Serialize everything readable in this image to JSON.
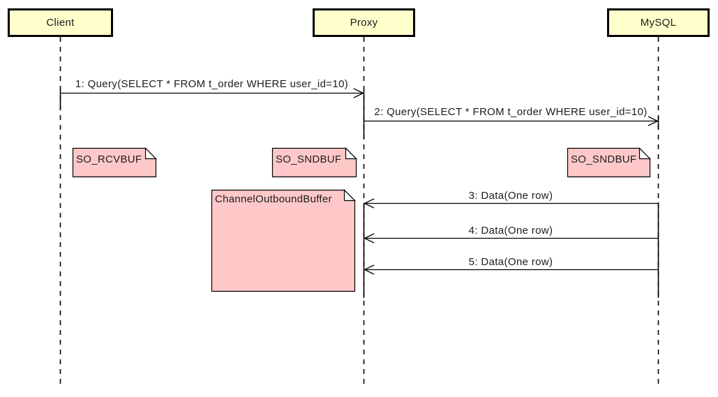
{
  "diagram": {
    "type": "uml-sequence-diagram",
    "colors": {
      "background": "#ffffff",
      "actor_fill": "#ffffcc",
      "note_fill": "#ffc8c8",
      "note_fold_fill": "#ffffff",
      "line": "#000000",
      "text": "#1c1c1c"
    }
  },
  "actors": [
    {
      "label": "Client"
    },
    {
      "label": "Proxy"
    },
    {
      "label": "MySQL"
    }
  ],
  "messages": [
    {
      "label": "1: Query(SELECT * FROM t_order WHERE user_id=10)",
      "from": "Client",
      "to": "Proxy"
    },
    {
      "label": "2: Query(SELECT * FROM t_order WHERE user_id=10)",
      "from": "Proxy",
      "to": "MySQL"
    },
    {
      "label": "3: Data(One row)",
      "from": "MySQL",
      "to": "Proxy"
    },
    {
      "label": "4: Data(One row)",
      "from": "MySQL",
      "to": "Proxy"
    },
    {
      "label": "5: Data(One row)",
      "from": "MySQL",
      "to": "Proxy"
    }
  ],
  "notes": [
    {
      "label": "SO_RCVBUF",
      "attached_to": "Client"
    },
    {
      "label": "SO_SNDBUF",
      "attached_to": "Proxy"
    },
    {
      "label": "SO_SNDBUF",
      "attached_to": "MySQL"
    },
    {
      "label": "ChannelOutboundBuffer",
      "attached_to": "Proxy"
    }
  ]
}
